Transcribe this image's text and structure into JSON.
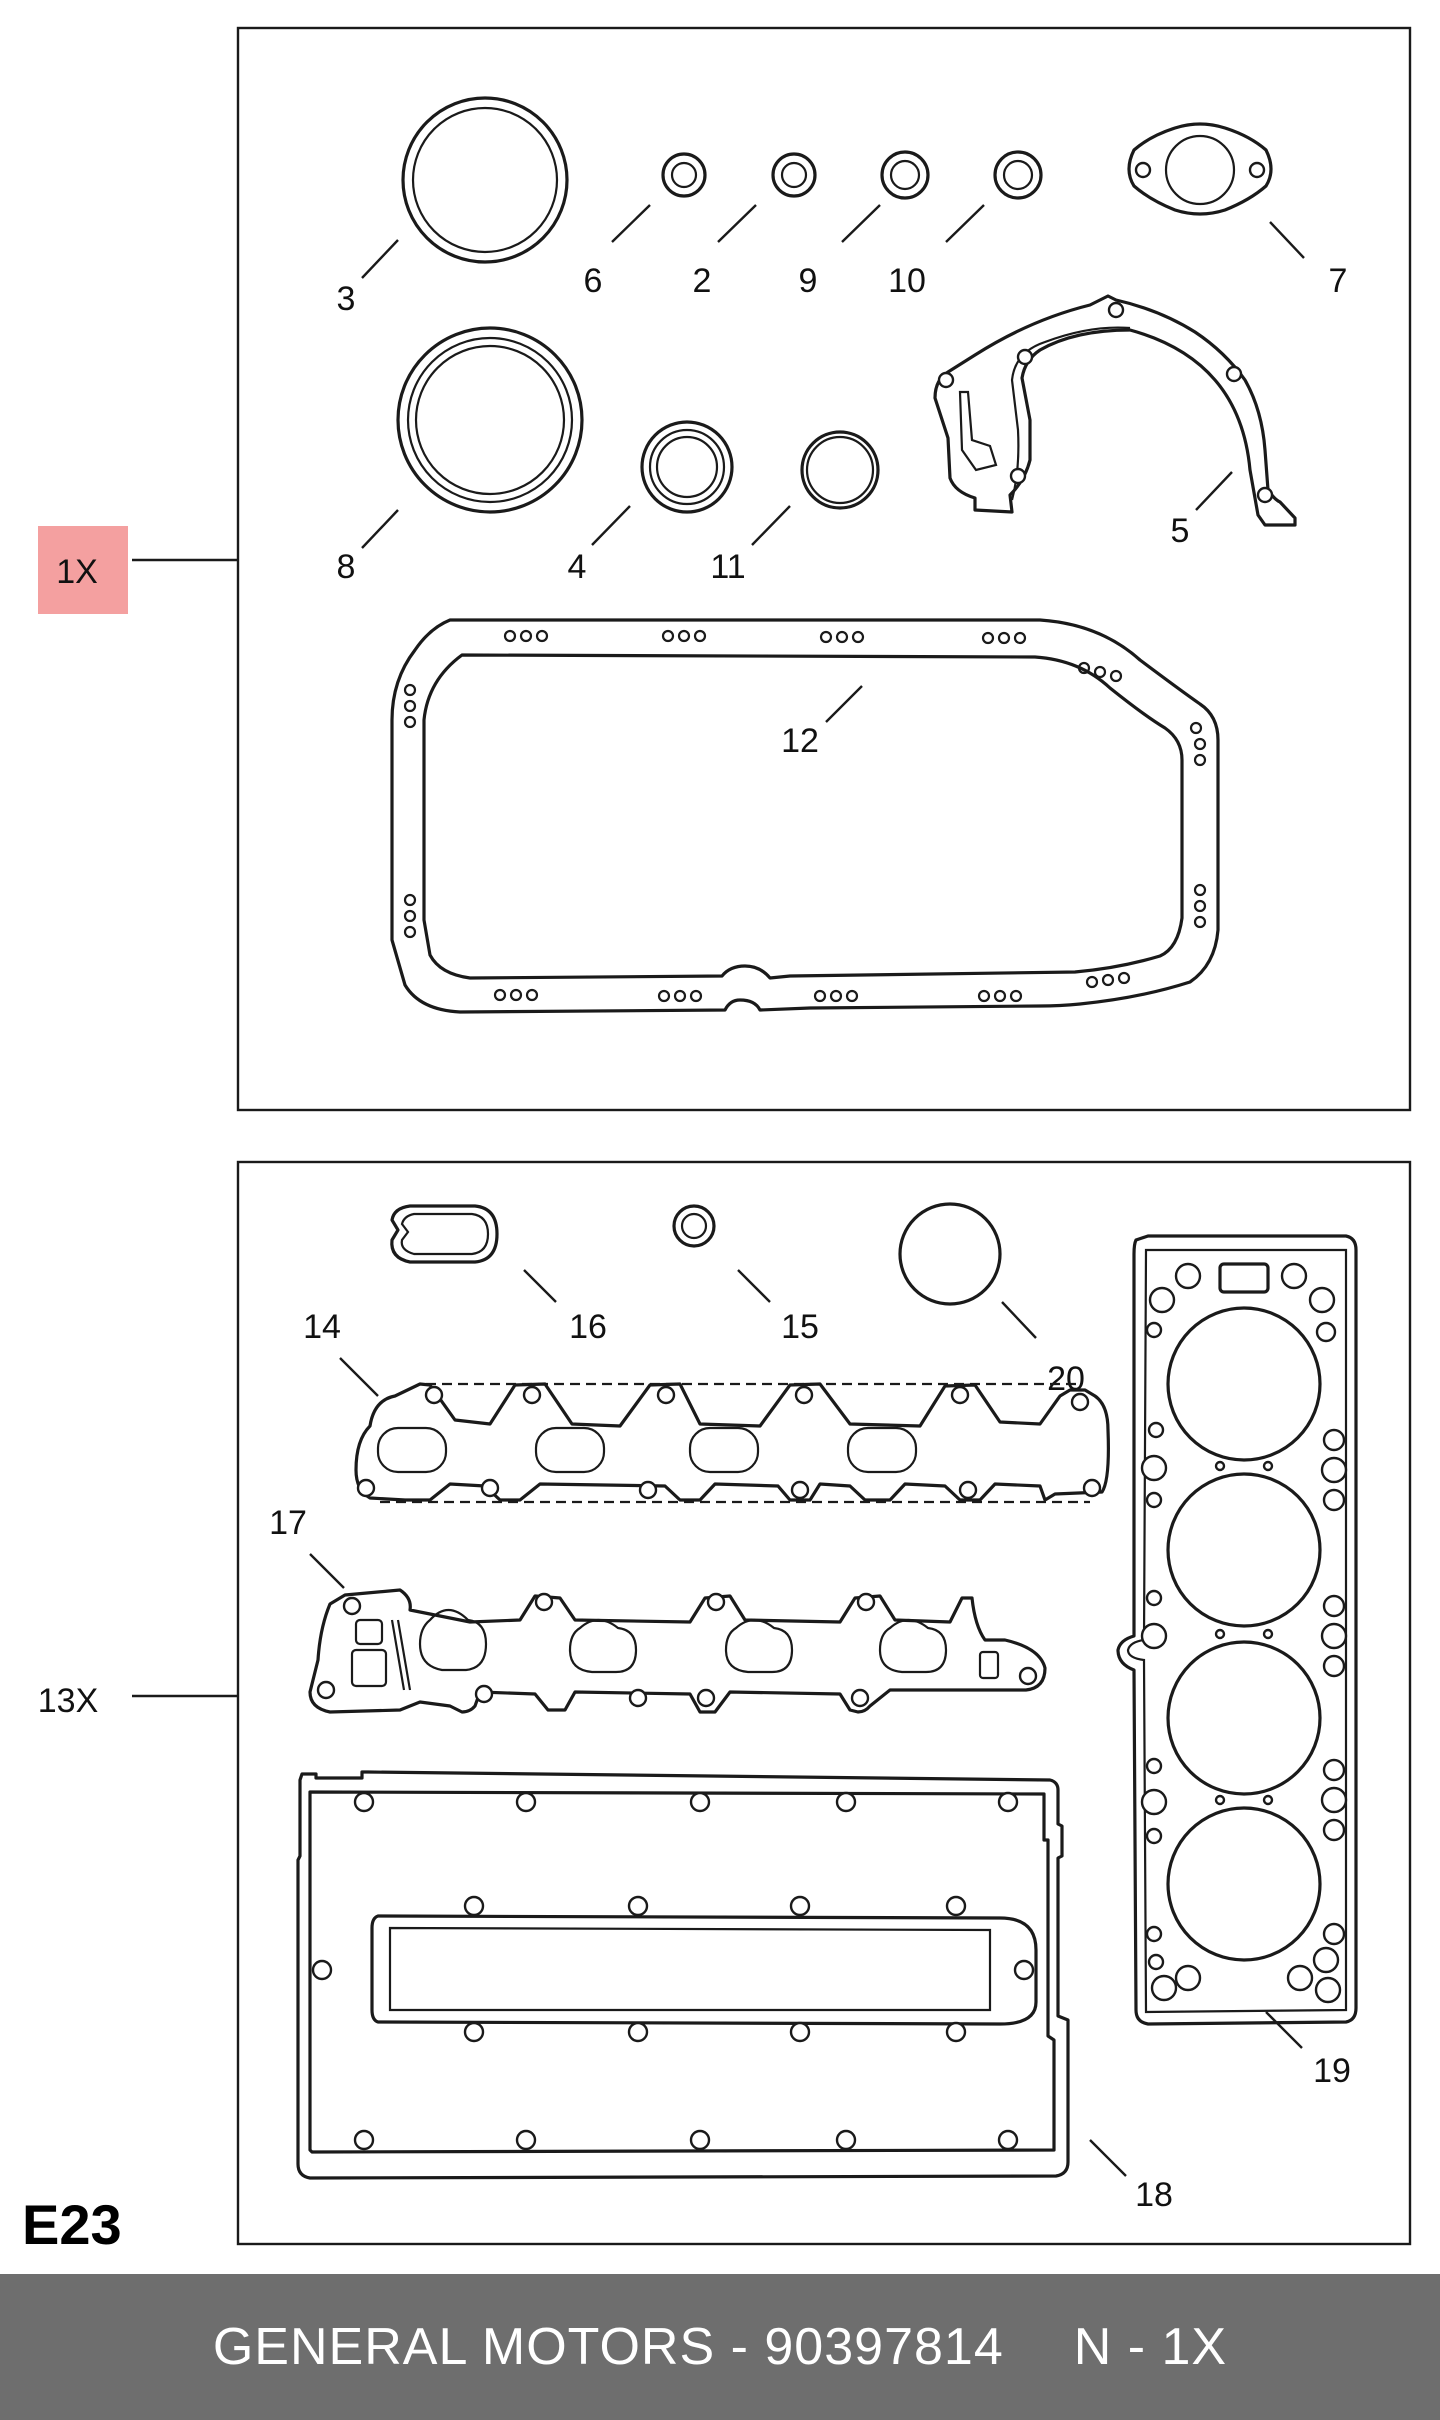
{
  "kit_code": "E23",
  "groups": [
    {
      "label": "1X",
      "highlight": "#f4a0a0"
    },
    {
      "label": "13X",
      "highlight": ""
    }
  ],
  "callouts": {
    "c1": "3",
    "c2": "6",
    "c3": "2",
    "c4": "9",
    "c5": "10",
    "c6": "7",
    "c7": "8",
    "c8": "4",
    "c9": "11",
    "c10": "5",
    "c11": "12",
    "c12": "14",
    "c13": "16",
    "c14": "15",
    "c15": "20",
    "c16": "17",
    "c17": "19",
    "c18": "18"
  },
  "footer": {
    "brand_part": "GENERAL MOTORS - 90397814",
    "qty": "N - 1X"
  },
  "colors": {
    "footer_bg": "#6e6e6e",
    "footer_text": "#ffffff",
    "highlight": "#f4a0a0",
    "line": "#1a1a1a"
  }
}
